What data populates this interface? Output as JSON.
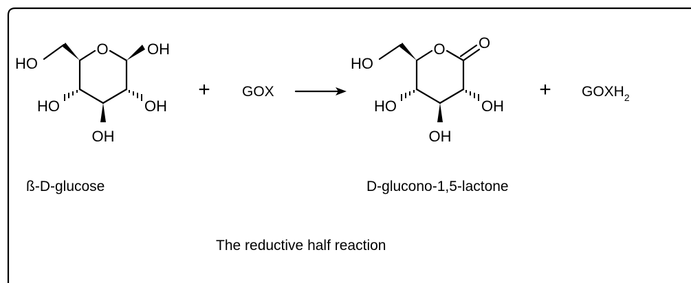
{
  "reactant": {
    "name": "ß-D-glucose",
    "atoms": {
      "ring_o": "O",
      "oh_c1": "OH",
      "ho_c6": "HO",
      "ho_c4": "HO",
      "oh_c2": "OH",
      "oh_c3": "OH"
    }
  },
  "product": {
    "name": "D-glucono-1,5-lactone",
    "atoms": {
      "ring_o": "O",
      "carbonyl_o": "O",
      "ho_c6": "HO",
      "ho_c4": "HO",
      "oh_c2": "OH",
      "oh_c3": "OH"
    }
  },
  "operators": {
    "plus": "+"
  },
  "enzyme": {
    "oxidized": "GOX",
    "reduced_base": "GOXH",
    "reduced_sub": "2"
  },
  "caption": "The reductive half reaction"
}
